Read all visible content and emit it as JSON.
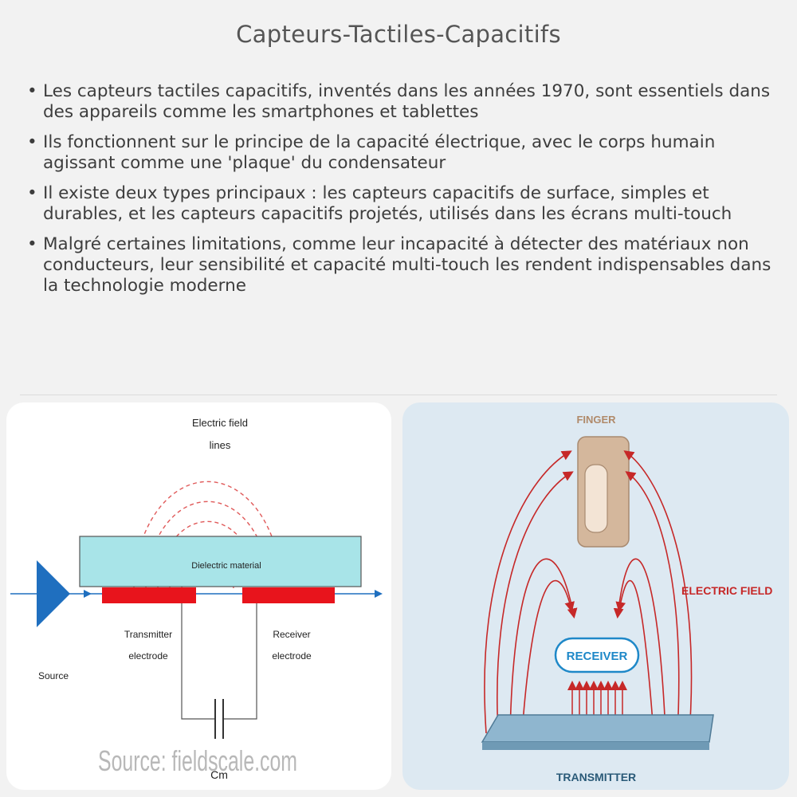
{
  "title": "Capteurs-Tactiles-Capacitifs",
  "bullets": [
    "Les capteurs tactiles capacitifs, inventés dans les années 1970, sont essentiels dans des appareils comme les smartphones et tablettes",
    "Ils fonctionnent sur le principe de la capacité électrique, avec le corps humain agissant comme une 'plaque' du condensateur",
    "Il existe deux types principaux : les capteurs capacitifs de surface, simples et durables, et les capteurs capacitifs projetés, utilisés dans les écrans multi-touch",
    "Malgré certaines limitations, comme leur incapacité à détecter des matériaux non conducteurs, leur sensibilité et capacité multi-touch les rendent indispensables dans la technologie moderne"
  ],
  "left_diagram": {
    "field_label_line1": "Electric field",
    "field_label_line2": "lines",
    "dielectric_label": "Dielectric material",
    "transmitter_line1": "Transmitter",
    "transmitter_line2": "electrode",
    "receiver_line1": "Receiver",
    "receiver_line2": "electrode",
    "source_label": "Source",
    "capacitor_label": "Cm",
    "watermark": "Source: fieldscale.com",
    "colors": {
      "dielectric": "#a8e4e8",
      "electrode": "#e8141c",
      "field": "#e05a5a",
      "source": "#1f6fbf"
    }
  },
  "right_diagram": {
    "finger_label": "FINGER",
    "field_label": "ELECTRIC FIELD",
    "receiver_label": "RECEIVER",
    "transmitter_label": "TRANSMITTER",
    "colors": {
      "arrows": "#c62828",
      "finger": "#d4b79c",
      "receiver": "#1e88c8",
      "plate": "#8fb6cf"
    }
  }
}
